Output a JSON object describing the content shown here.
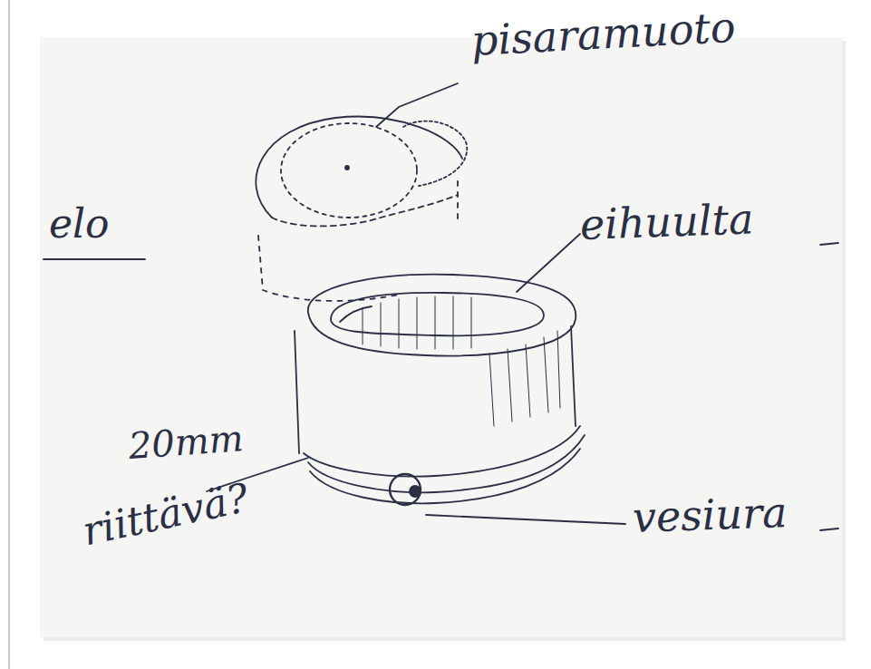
{
  "diagram": {
    "labels": [
      "pisaramuoto",
      "elo",
      "eihuulta",
      "20mm",
      "riittävä?",
      "vesiura"
    ]
  }
}
